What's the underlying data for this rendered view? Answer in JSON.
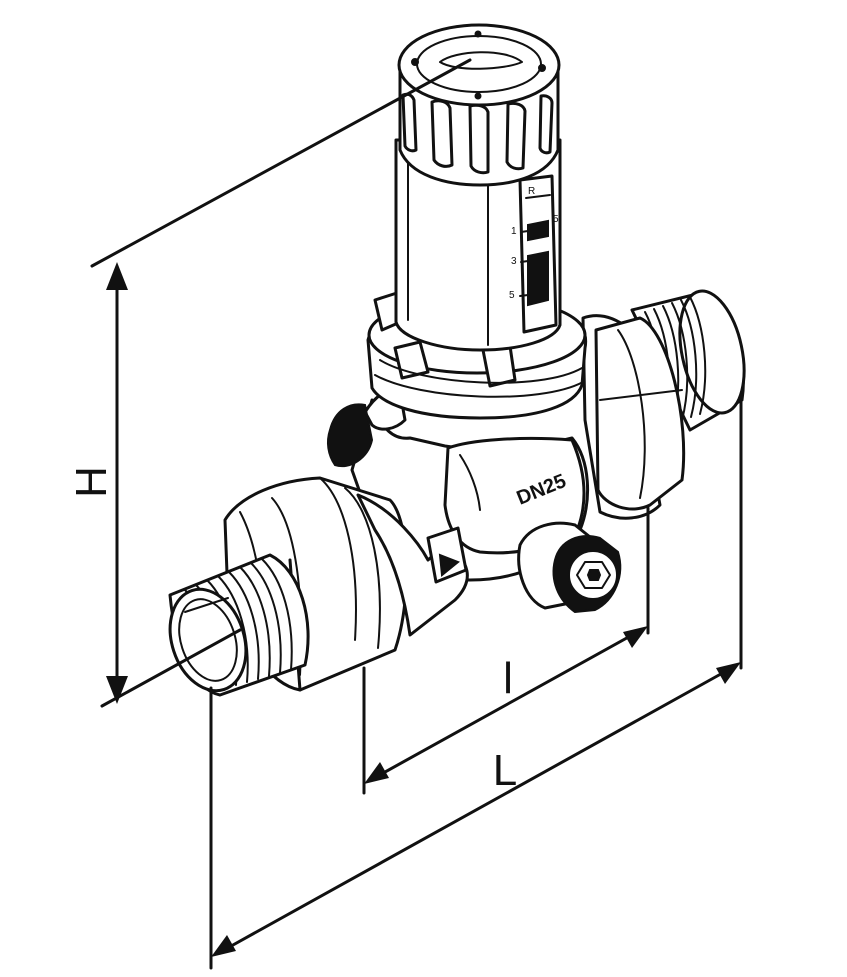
{
  "dimensions": {
    "height_label": "H",
    "inner_length_label": "l",
    "overall_length_label": "L"
  },
  "markings": {
    "size_label": "DN25",
    "scale_top": "R",
    "scale_numbers": [
      "1",
      "3",
      "5",
      "5"
    ]
  }
}
